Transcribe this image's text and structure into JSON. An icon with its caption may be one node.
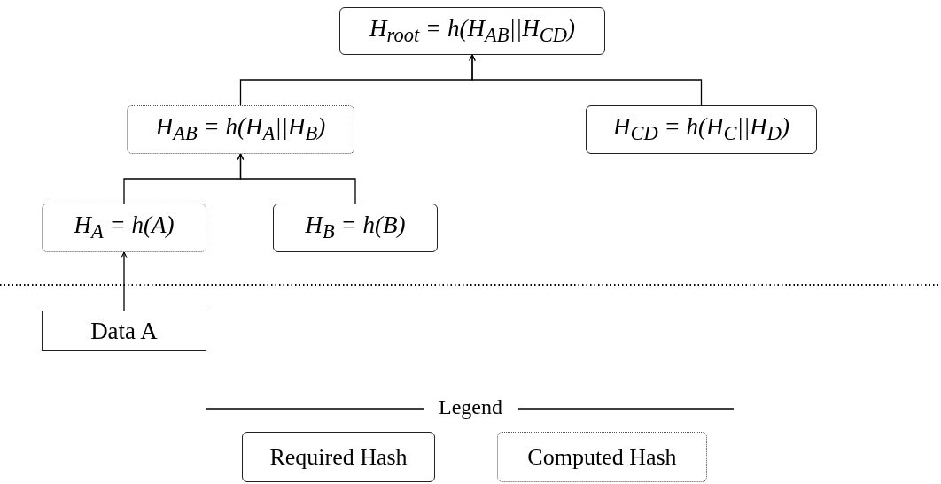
{
  "diagram": {
    "nodes": [
      {
        "text": [
          "H$_{root}$ = h(H$_{AB}$||H$_{CD}$)"
        ]
      },
      {
        "text": [
          "H$_{AB}$ = h(H$_{A}$||H$_{B}$)"
        ]
      },
      {
        "text": [
          "H$_{CD}$ = h(H$_{C}$||H$_{D}$)"
        ]
      },
      {
        "text": [
          "H$_{A}$ = h(A)"
        ]
      },
      {
        "text": [
          "H$_{B}$ = h(B)"
        ]
      },
      {
        "text": [
          "Data A"
        ]
      }
    ],
    "edges": [
      {
        "from": 1,
        "to": 0,
        "arrow": "to"
      },
      {
        "from": 2,
        "to": 0,
        "arrow": "to"
      },
      {
        "from": 3,
        "to": 1,
        "arrow": "to"
      },
      {
        "from": 4,
        "to": 1,
        "arrow": "to"
      },
      {
        "from": 5,
        "to": 3,
        "arrow": "to"
      }
    ],
    "labels": [
      "Legend"
    ],
    "legend": [
      {
        "text": "Required Hash"
      },
      {
        "text": "Computed Hash"
      }
    ]
  }
}
